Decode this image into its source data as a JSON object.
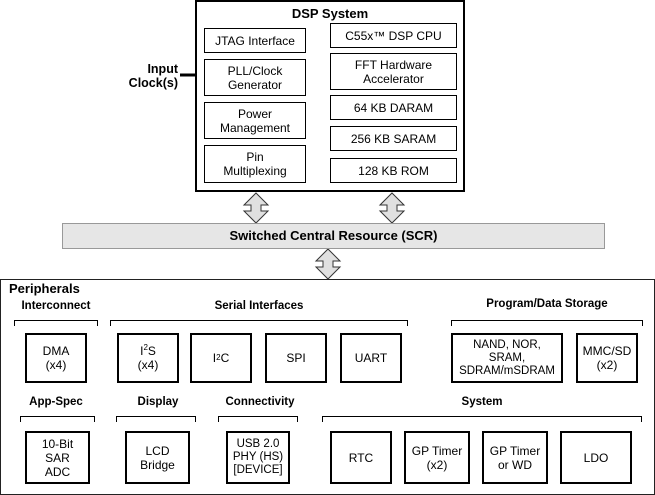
{
  "dsp": {
    "title": "DSP System",
    "input_label": "Input\nClock(s)",
    "left_blocks": [
      "JTAG Interface",
      "PLL/Clock\nGenerator",
      "Power\nManagement",
      "Pin\nMultiplexing"
    ],
    "right_blocks": [
      "C55x™ DSP CPU",
      "FFT Hardware\nAccelerator",
      "64 KB DARAM",
      "256 KB SARAM",
      "128 KB ROM"
    ]
  },
  "scr": {
    "label": "Switched Central Resource (SCR)"
  },
  "peripherals": {
    "title": "Peripherals",
    "groups": {
      "interconnect": "Interconnect",
      "serial": "Serial Interfaces",
      "storage": "Program/Data Storage",
      "appspec": "App-Spec",
      "display": "Display",
      "connectivity": "Connectivity",
      "system": "System"
    },
    "blocks": {
      "dma": "DMA\n(x4)",
      "i2s_base": "I",
      "i2s_sup": "2",
      "i2s_rest": "S",
      "i2s_count": "(x4)",
      "i2c_base": "I",
      "i2c_sup": "2",
      "i2c_rest": "C",
      "spi": "SPI",
      "uart": "UART",
      "nand": "NAND, NOR,\nSRAM,\nSDRAM/mSDRAM",
      "mmc": "MMC/SD\n(x2)",
      "sar": "10-Bit\nSAR\nADC",
      "lcd": "LCD\nBridge",
      "usb": "USB 2.0\nPHY (HS)\n[DEVICE]",
      "rtc": "RTC",
      "gptimer": "GP Timer\n(x2)",
      "gptimer_wd": "GP Timer\nor WD",
      "ldo": "LDO"
    }
  },
  "colors": {
    "bus_fill": "#e6e6e6",
    "arrow_fill": "#e0e0e0",
    "border": "#000000"
  }
}
